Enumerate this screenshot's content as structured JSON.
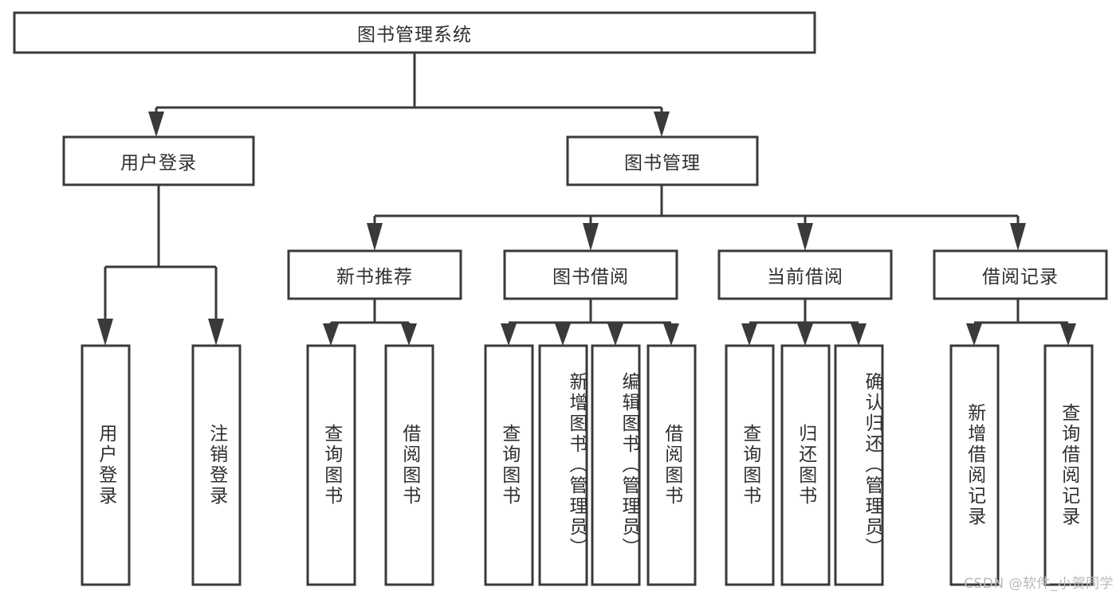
{
  "diagram": {
    "title": "图书管理系统",
    "type": "hierarchy-tree",
    "watermark": "CSDN @软件_小贺同学",
    "colors": {
      "stroke": "#3a3a3a",
      "box_fill": "#ffffff",
      "text": "#2f2f2f",
      "background": "#ffffff",
      "watermark": "#b9b9b9"
    },
    "nodes": {
      "root": "图书管理系统",
      "level2": {
        "user_login": "用户登录",
        "book_manage": "图书管理"
      },
      "level3": {
        "new_book_rec": "新书推荐",
        "book_borrow": "图书借阅",
        "current_borrow": "当前借阅",
        "borrow_record": "借阅记录"
      },
      "leaves": {
        "user_login_1": "用户登录",
        "user_login_2": "注销登录",
        "new_book_rec_1": "查询图书",
        "new_book_rec_2": "借阅图书",
        "book_borrow_1": "查询图书",
        "book_borrow_2": "新增图书（管理员）",
        "book_borrow_3": "编辑图书（管理员）",
        "book_borrow_4": "借阅图书",
        "current_borrow_1": "查询图书",
        "current_borrow_2": "归还图书",
        "current_borrow_3": "确认归还（管理员）",
        "borrow_record_1": "新增借阅记录",
        "borrow_record_2": "查询借阅记录"
      }
    }
  }
}
